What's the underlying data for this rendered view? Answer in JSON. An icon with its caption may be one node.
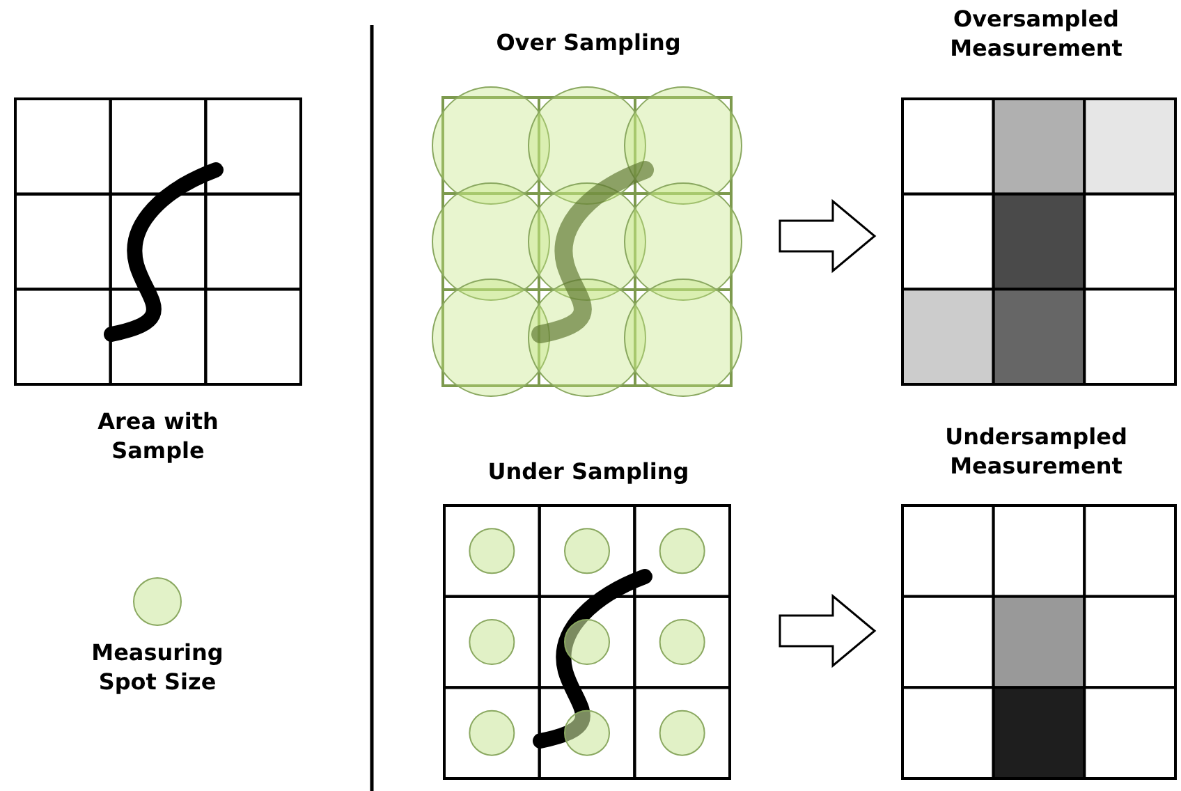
{
  "diagram": {
    "nodes": [
      {
        "text": [
          "Area with Sample"
        ]
      },
      {
        "text": [
          "Over Sampling"
        ]
      },
      {
        "text": [
          "Oversampled Measurement"
        ]
      },
      {
        "text": [
          "Under Sampling"
        ]
      },
      {
        "text": [
          "Undersampled Measurement"
        ]
      },
      {
        "text": [
          "Measuring Spot Size"
        ]
      }
    ],
    "edges": [
      {
        "from": 1,
        "to": 2,
        "arrow": "to"
      },
      {
        "from": 3,
        "to": 4,
        "arrow": "to"
      }
    ]
  }
}
